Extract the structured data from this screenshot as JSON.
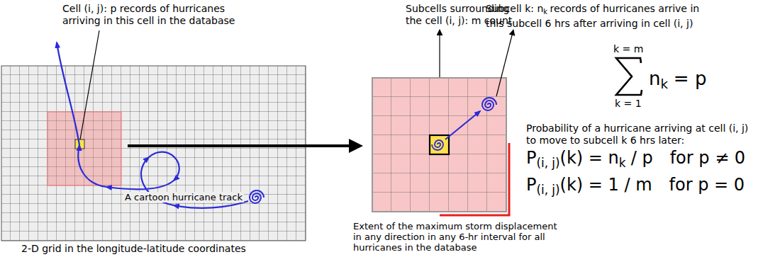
{
  "diagram": {
    "labels": [
      "Cell (i, j): p records of hurricanes arriving in this cell in the database",
      "A cartoon hurricane track",
      "2-D grid in the longitude-latitude coordinates",
      "Subcells surrounding the cell (i, j): m count",
      "Subcell k: n",
      "k",
      "records of hurricanes arrive in this subcell 6 hrs after arriving in cell (i, j)",
      "k = m",
      "k = 1",
      "n",
      "k",
      "= p",
      "Probability of a hurricane arriving at cell (i, j) to move to subcell k 6 hrs later:",
      "P",
      "(i, j)",
      "(k) = n",
      "k",
      "/ p",
      "for p ≠ 0",
      "P",
      "(i, j)",
      "(k) = 1 / m",
      "for p = 0",
      "Extent of the maximum storm displacement in any direction in any 6-hr interval for all hurricanes in the database"
    ]
  }
}
